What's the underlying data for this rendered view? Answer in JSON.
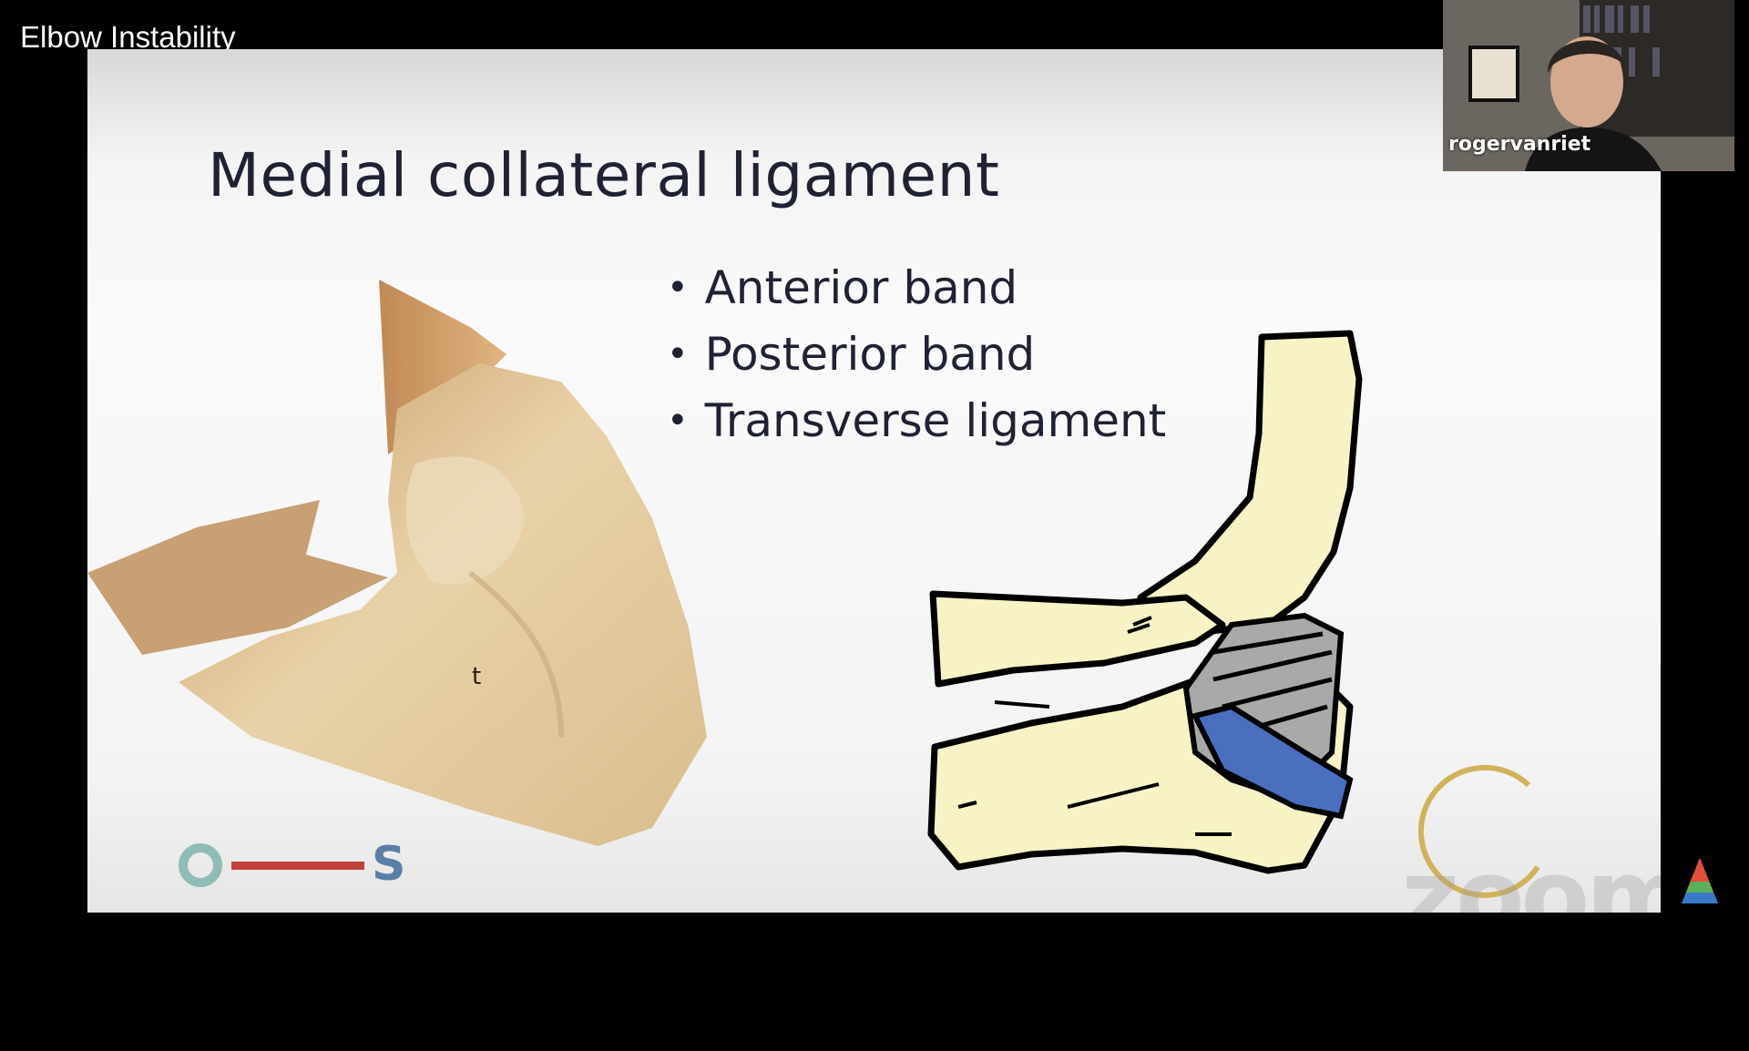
{
  "video": {
    "title": "Elbow Instability"
  },
  "slide": {
    "title": "Medial collateral ligament",
    "bullets": [
      "Anterior band",
      "Posterior band",
      "Transverse ligament"
    ],
    "specimen_label": "t",
    "logo": {
      "left_letter": "O",
      "right_letter": "S",
      "colors": {
        "o": "#8fbcb6",
        "bar": "#c1413a",
        "s": "#5a7fa6"
      }
    }
  },
  "watermark": {
    "text": "zoom"
  },
  "webcam": {
    "participant_name": "rogervanriet"
  },
  "colors": {
    "bone": "#f8f3c4",
    "ligament_gray": "#a9a9a9",
    "ligament_blue": "#4a6fbf",
    "title_text": "#1f2233"
  }
}
